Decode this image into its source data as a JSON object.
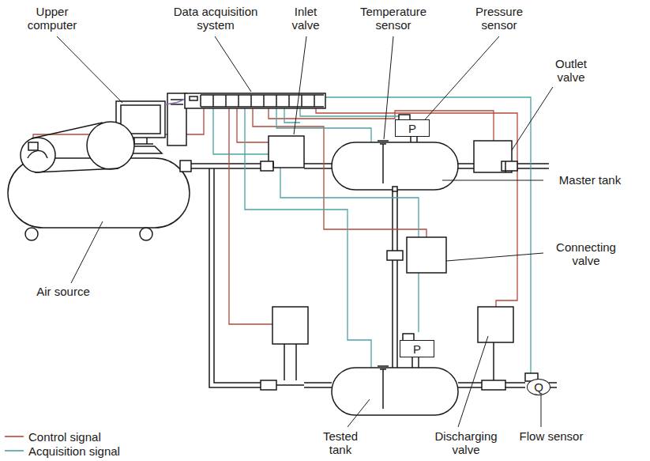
{
  "diagram": {
    "nodes": [
      {
        "text": [
          "P"
        ]
      },
      {
        "text": [
          "P"
        ]
      },
      {
        "text": [
          "Q"
        ]
      }
    ],
    "labels": [
      "Upper computer",
      "Data acquisition system",
      "Inlet valve",
      "Temperature sensor",
      "Pressure sensor",
      "Outlet valve",
      "Master tank",
      "Connecting valve",
      "Air source",
      "Tested tank",
      "Discharging valve",
      "Flow sensor"
    ],
    "legend": [
      {
        "text": "Control signal"
      },
      {
        "text": "Acquisition signal"
      }
    ]
  }
}
